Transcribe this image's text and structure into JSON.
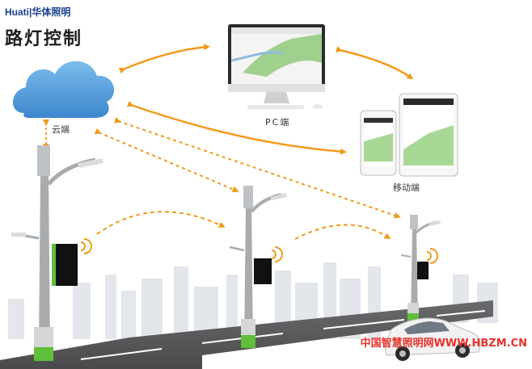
{
  "logo_text": "Huati|华体照明",
  "title": "路灯控制",
  "labels": {
    "cloud": "云端",
    "pc": "PC端",
    "mobile": "移动端"
  },
  "watermark": "中国智慧照明网WWW.HBZM.CN",
  "colors": {
    "arrow": "#f29a1c",
    "cloud": "#5aa2de",
    "pole": "#a9acaf",
    "accent_green": "#5fbf3a",
    "road": "#5a5a5c"
  },
  "icons": [
    "cloud-icon",
    "monitor-icon",
    "tablet-icon",
    "phone-icon",
    "street-light-icon",
    "wifi-signal-icon",
    "car-icon"
  ]
}
